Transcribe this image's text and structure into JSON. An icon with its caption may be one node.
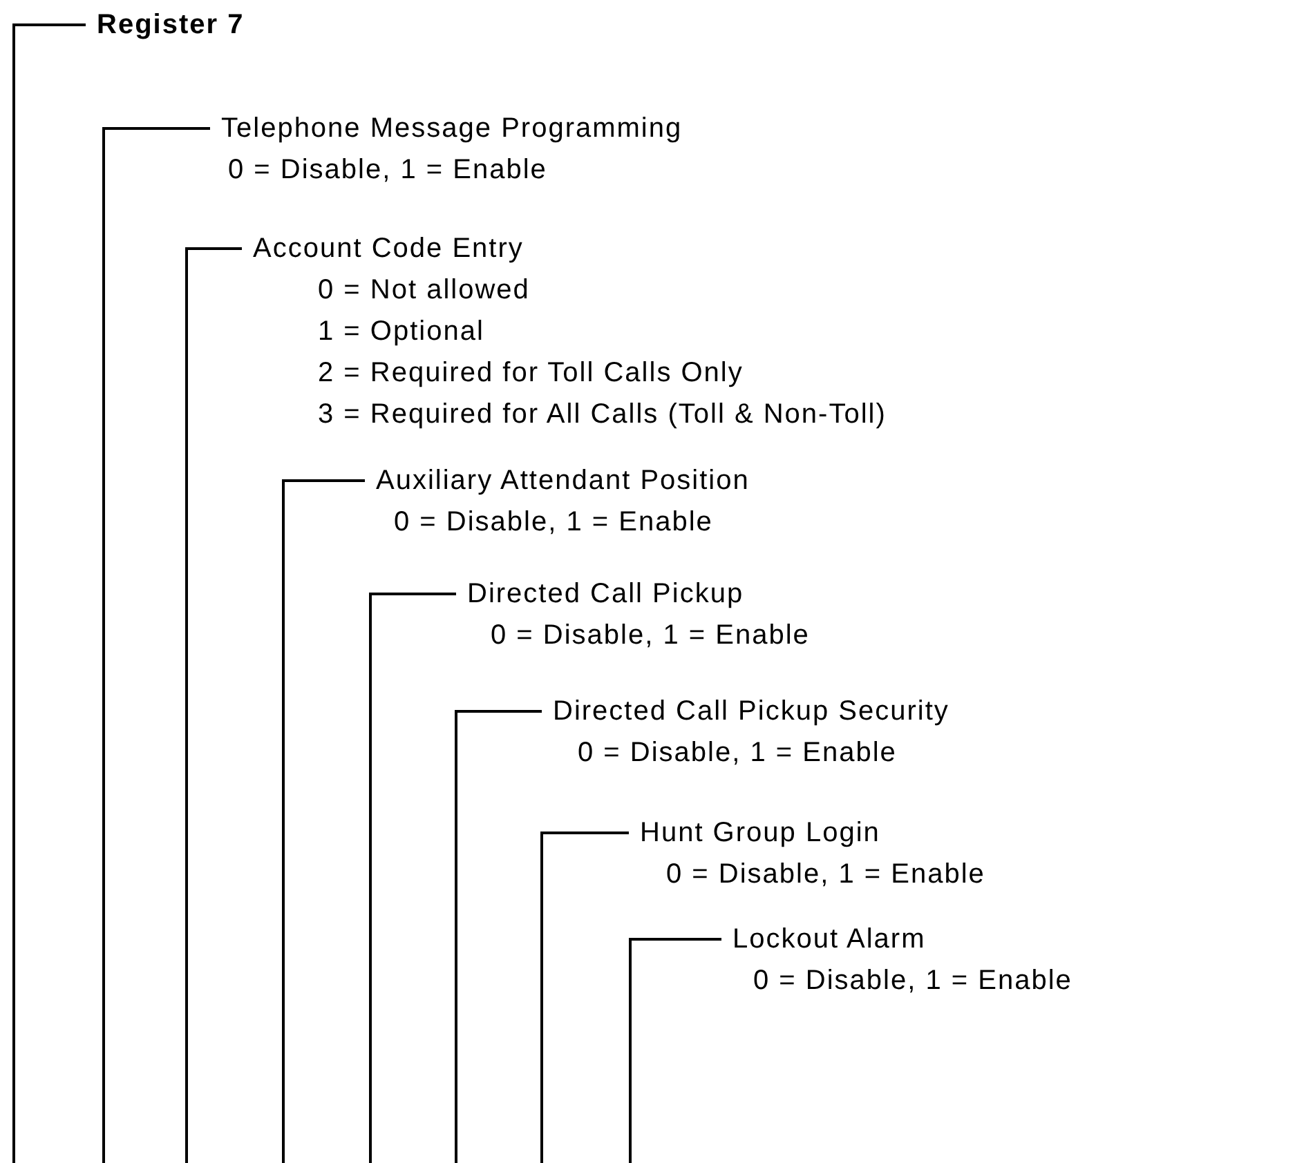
{
  "diagram": {
    "nodes": [
      {
        "text": [
          "Register 7"
        ]
      },
      {
        "text": [
          "Telephone Message Programming",
          "0 = Disable, 1 = Enable"
        ]
      },
      {
        "text": [
          "Account Code Entry",
          "0 = Not allowed",
          "1 = Optional",
          "2 = Required for Toll Calls Only",
          "3 = Required for All Calls (Toll & Non-Toll)"
        ]
      },
      {
        "text": [
          "Auxiliary Attendant Position",
          "0 = Disable, 1 = Enable"
        ]
      },
      {
        "text": [
          "Directed Call Pickup",
          "0 = Disable, 1 = Enable"
        ]
      },
      {
        "text": [
          "Directed Call Pickup Security",
          "0 = Disable, 1 = Enable"
        ]
      },
      {
        "text": [
          "Hunt Group Login",
          "0 = Disable, 1 = Enable"
        ]
      },
      {
        "text": [
          "Lockout Alarm",
          "0 = Disable, 1 = Enable"
        ]
      }
    ],
    "edges": [
      {
        "from": 0,
        "to": null,
        "arrow": "none"
      },
      {
        "from": 1,
        "to": null,
        "arrow": "none"
      },
      {
        "from": 2,
        "to": null,
        "arrow": "none"
      },
      {
        "from": 3,
        "to": null,
        "arrow": "none"
      },
      {
        "from": 4,
        "to": null,
        "arrow": "none"
      },
      {
        "from": 5,
        "to": null,
        "arrow": "none"
      },
      {
        "from": 6,
        "to": null,
        "arrow": "none"
      },
      {
        "from": 7,
        "to": null,
        "arrow": "none"
      }
    ]
  }
}
